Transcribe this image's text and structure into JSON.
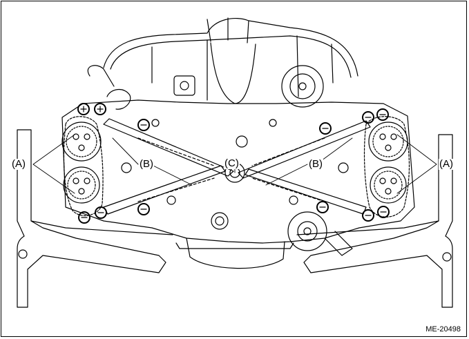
{
  "diagram": {
    "subject": "engine-front-view-timing-chain",
    "callouts": {
      "a_left": "(A)",
      "b_left": "(B)",
      "c_center": "(C)",
      "b_right": "(B)",
      "a_right": "(A)"
    },
    "figure_id": "ME-20498",
    "stroke_color": "#000000",
    "background_color": "#ffffff"
  }
}
